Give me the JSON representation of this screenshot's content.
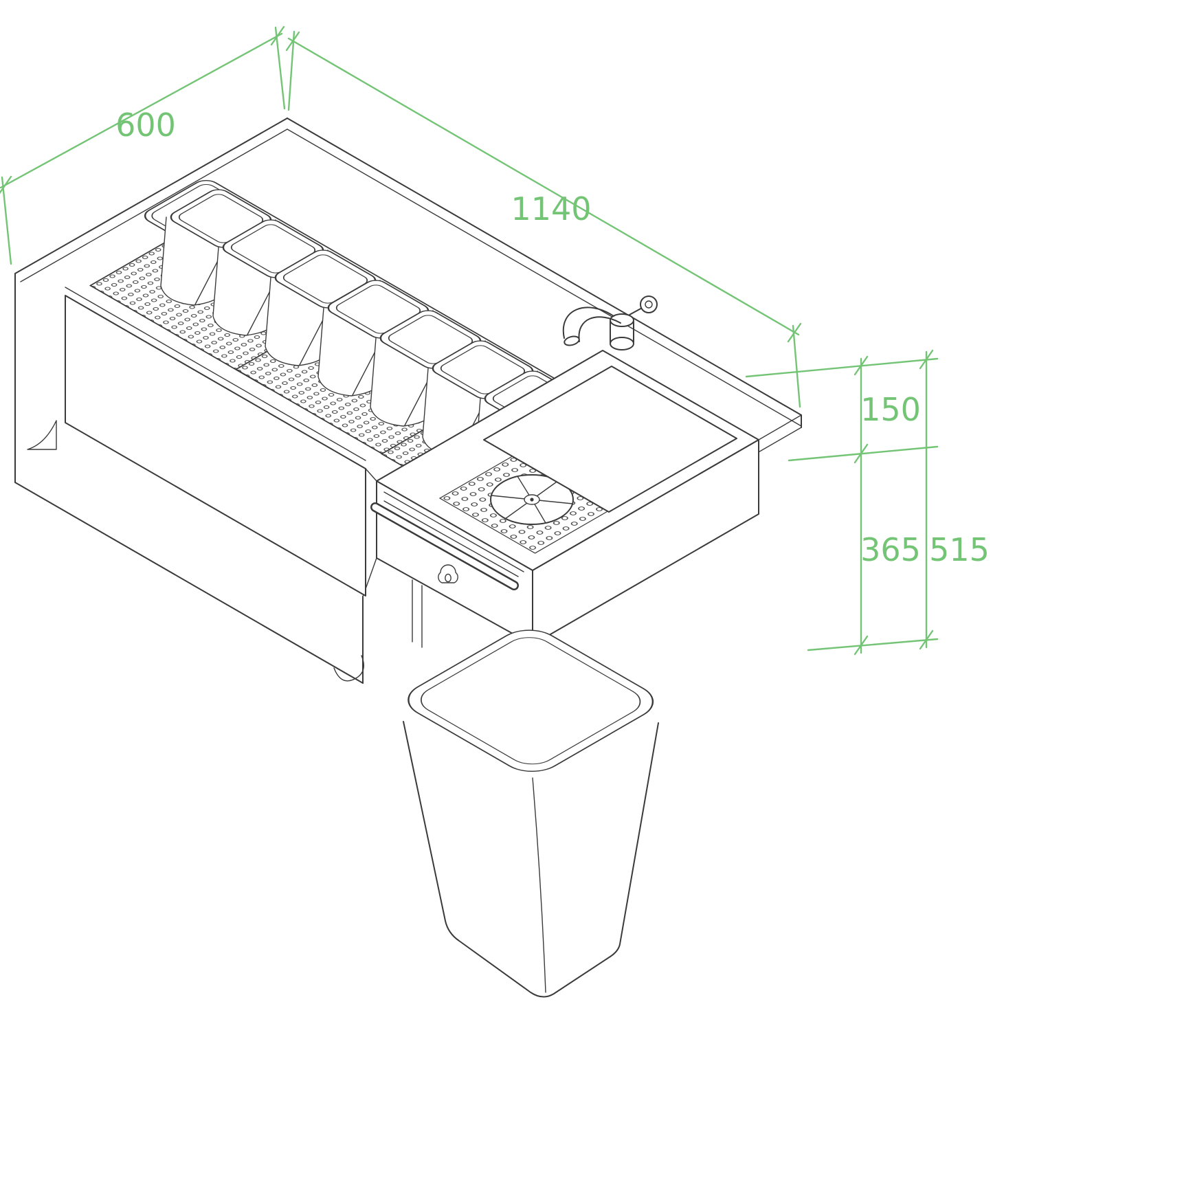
{
  "meta": {
    "type": "isometric technical drawing",
    "subject": "drop-in bar station / cocktail unit",
    "background_color": "#ffffff",
    "line_color": "#3a3a3a",
    "dimension_color": "#74c476"
  },
  "components": [
    "garnish-pans",
    "perforated-drip-trays",
    "mixer-tap",
    "perforated-sink-insert",
    "glass-rinser",
    "cover-plate",
    "drawer-front",
    "bottle-opener",
    "speed-rail",
    "waste-bin"
  ],
  "dimensions": {
    "depth": "600",
    "length": "1140",
    "height_top": "150",
    "height_lower": "365",
    "height_total": "515"
  }
}
